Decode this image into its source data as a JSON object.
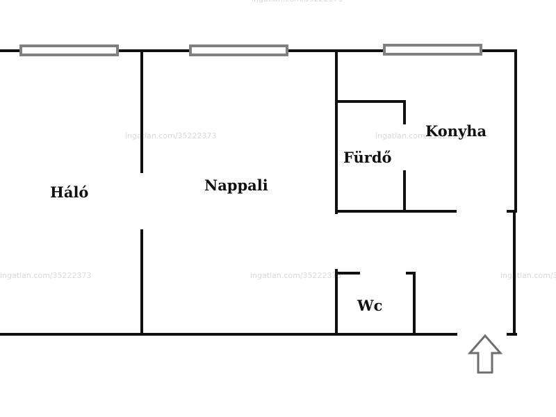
{
  "rooms": {
    "halo": "Háló",
    "nappali": "Nappali",
    "furdo": "Fürdő",
    "konyha": "Konyha",
    "wc": "Wc"
  },
  "watermark": "ingatlan.com/35222373",
  "colors": {
    "wall": "#111111",
    "window": "#808080",
    "entrance_arrow": "#6e6e6e",
    "watermark": "#d9d9d9",
    "background": "#ffffff"
  },
  "icons": {
    "entrance": "up-arrow-icon"
  }
}
